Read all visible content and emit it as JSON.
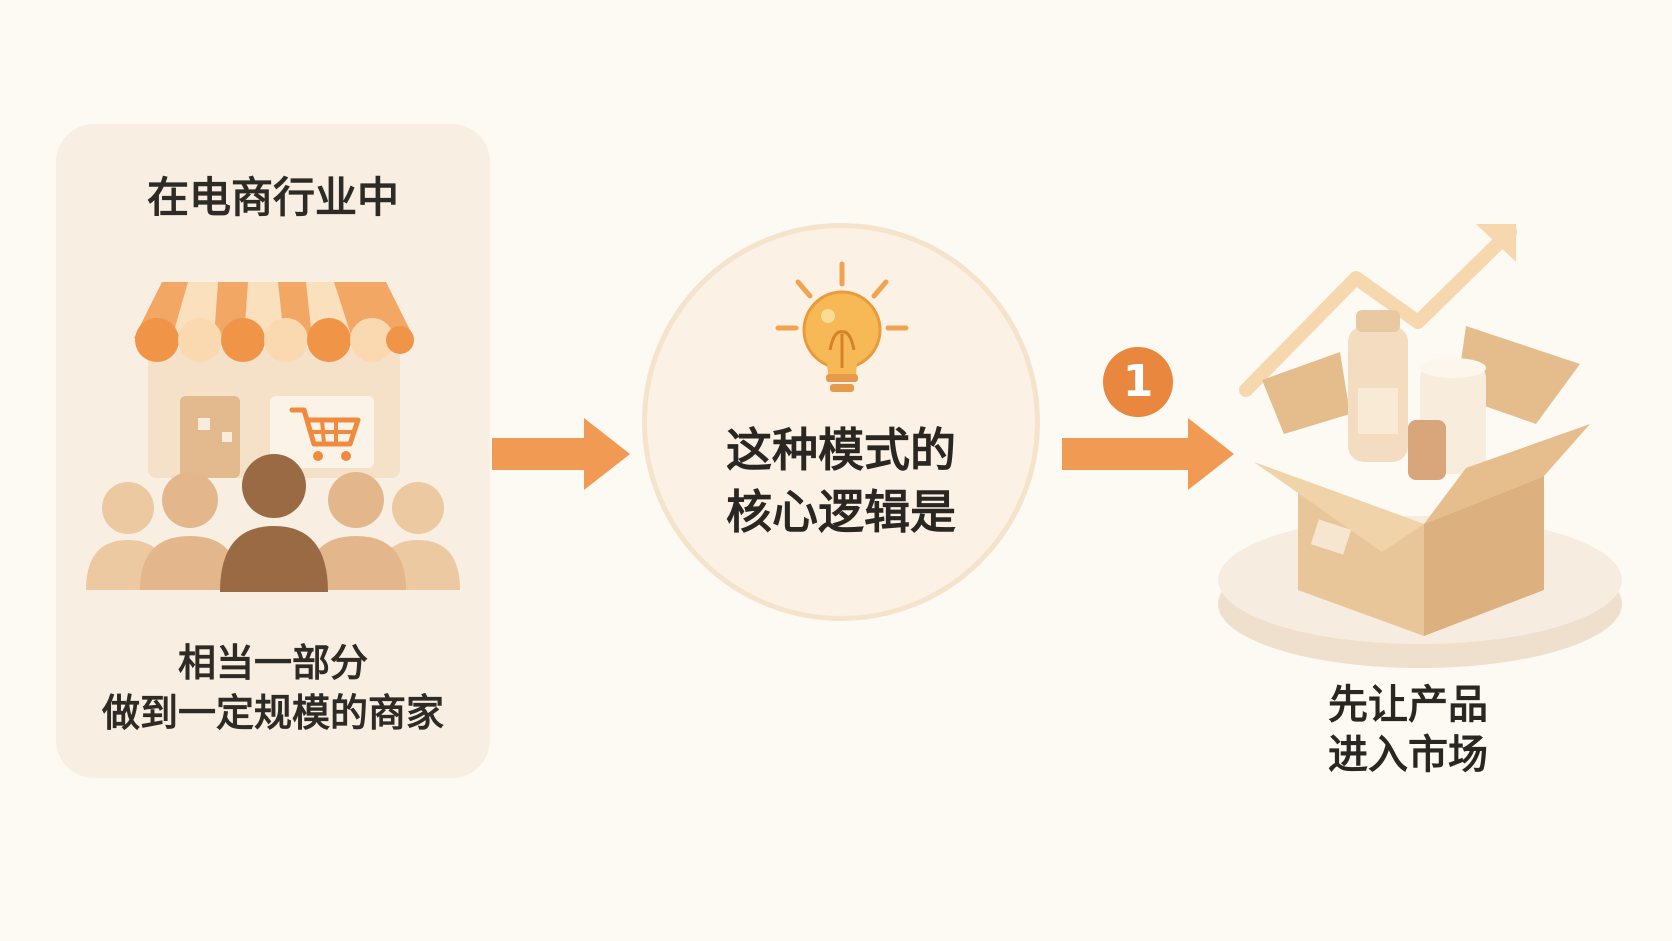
{
  "left_card": {
    "title": "在电商行业中",
    "caption_line1": "相当一部分",
    "caption_line2": "做到一定规模的商家"
  },
  "center": {
    "line1": "这种模式的",
    "line2": "核心逻辑是"
  },
  "step_badge": "1",
  "right": {
    "line1": "先让产品",
    "line2": "进入市场"
  },
  "colors": {
    "background": "#fdf9f3",
    "accent_orange": "#f19a54",
    "badge_orange": "#e8873d",
    "card_bg": "#f8efe2",
    "box_tan": "#e8c9a0"
  },
  "icons": [
    "storefront-icon",
    "shopping-cart-icon",
    "people-crowd-icon",
    "lightbulb-icon",
    "arrow-right-icon",
    "product-box-icon",
    "trend-up-arrow-icon"
  ]
}
